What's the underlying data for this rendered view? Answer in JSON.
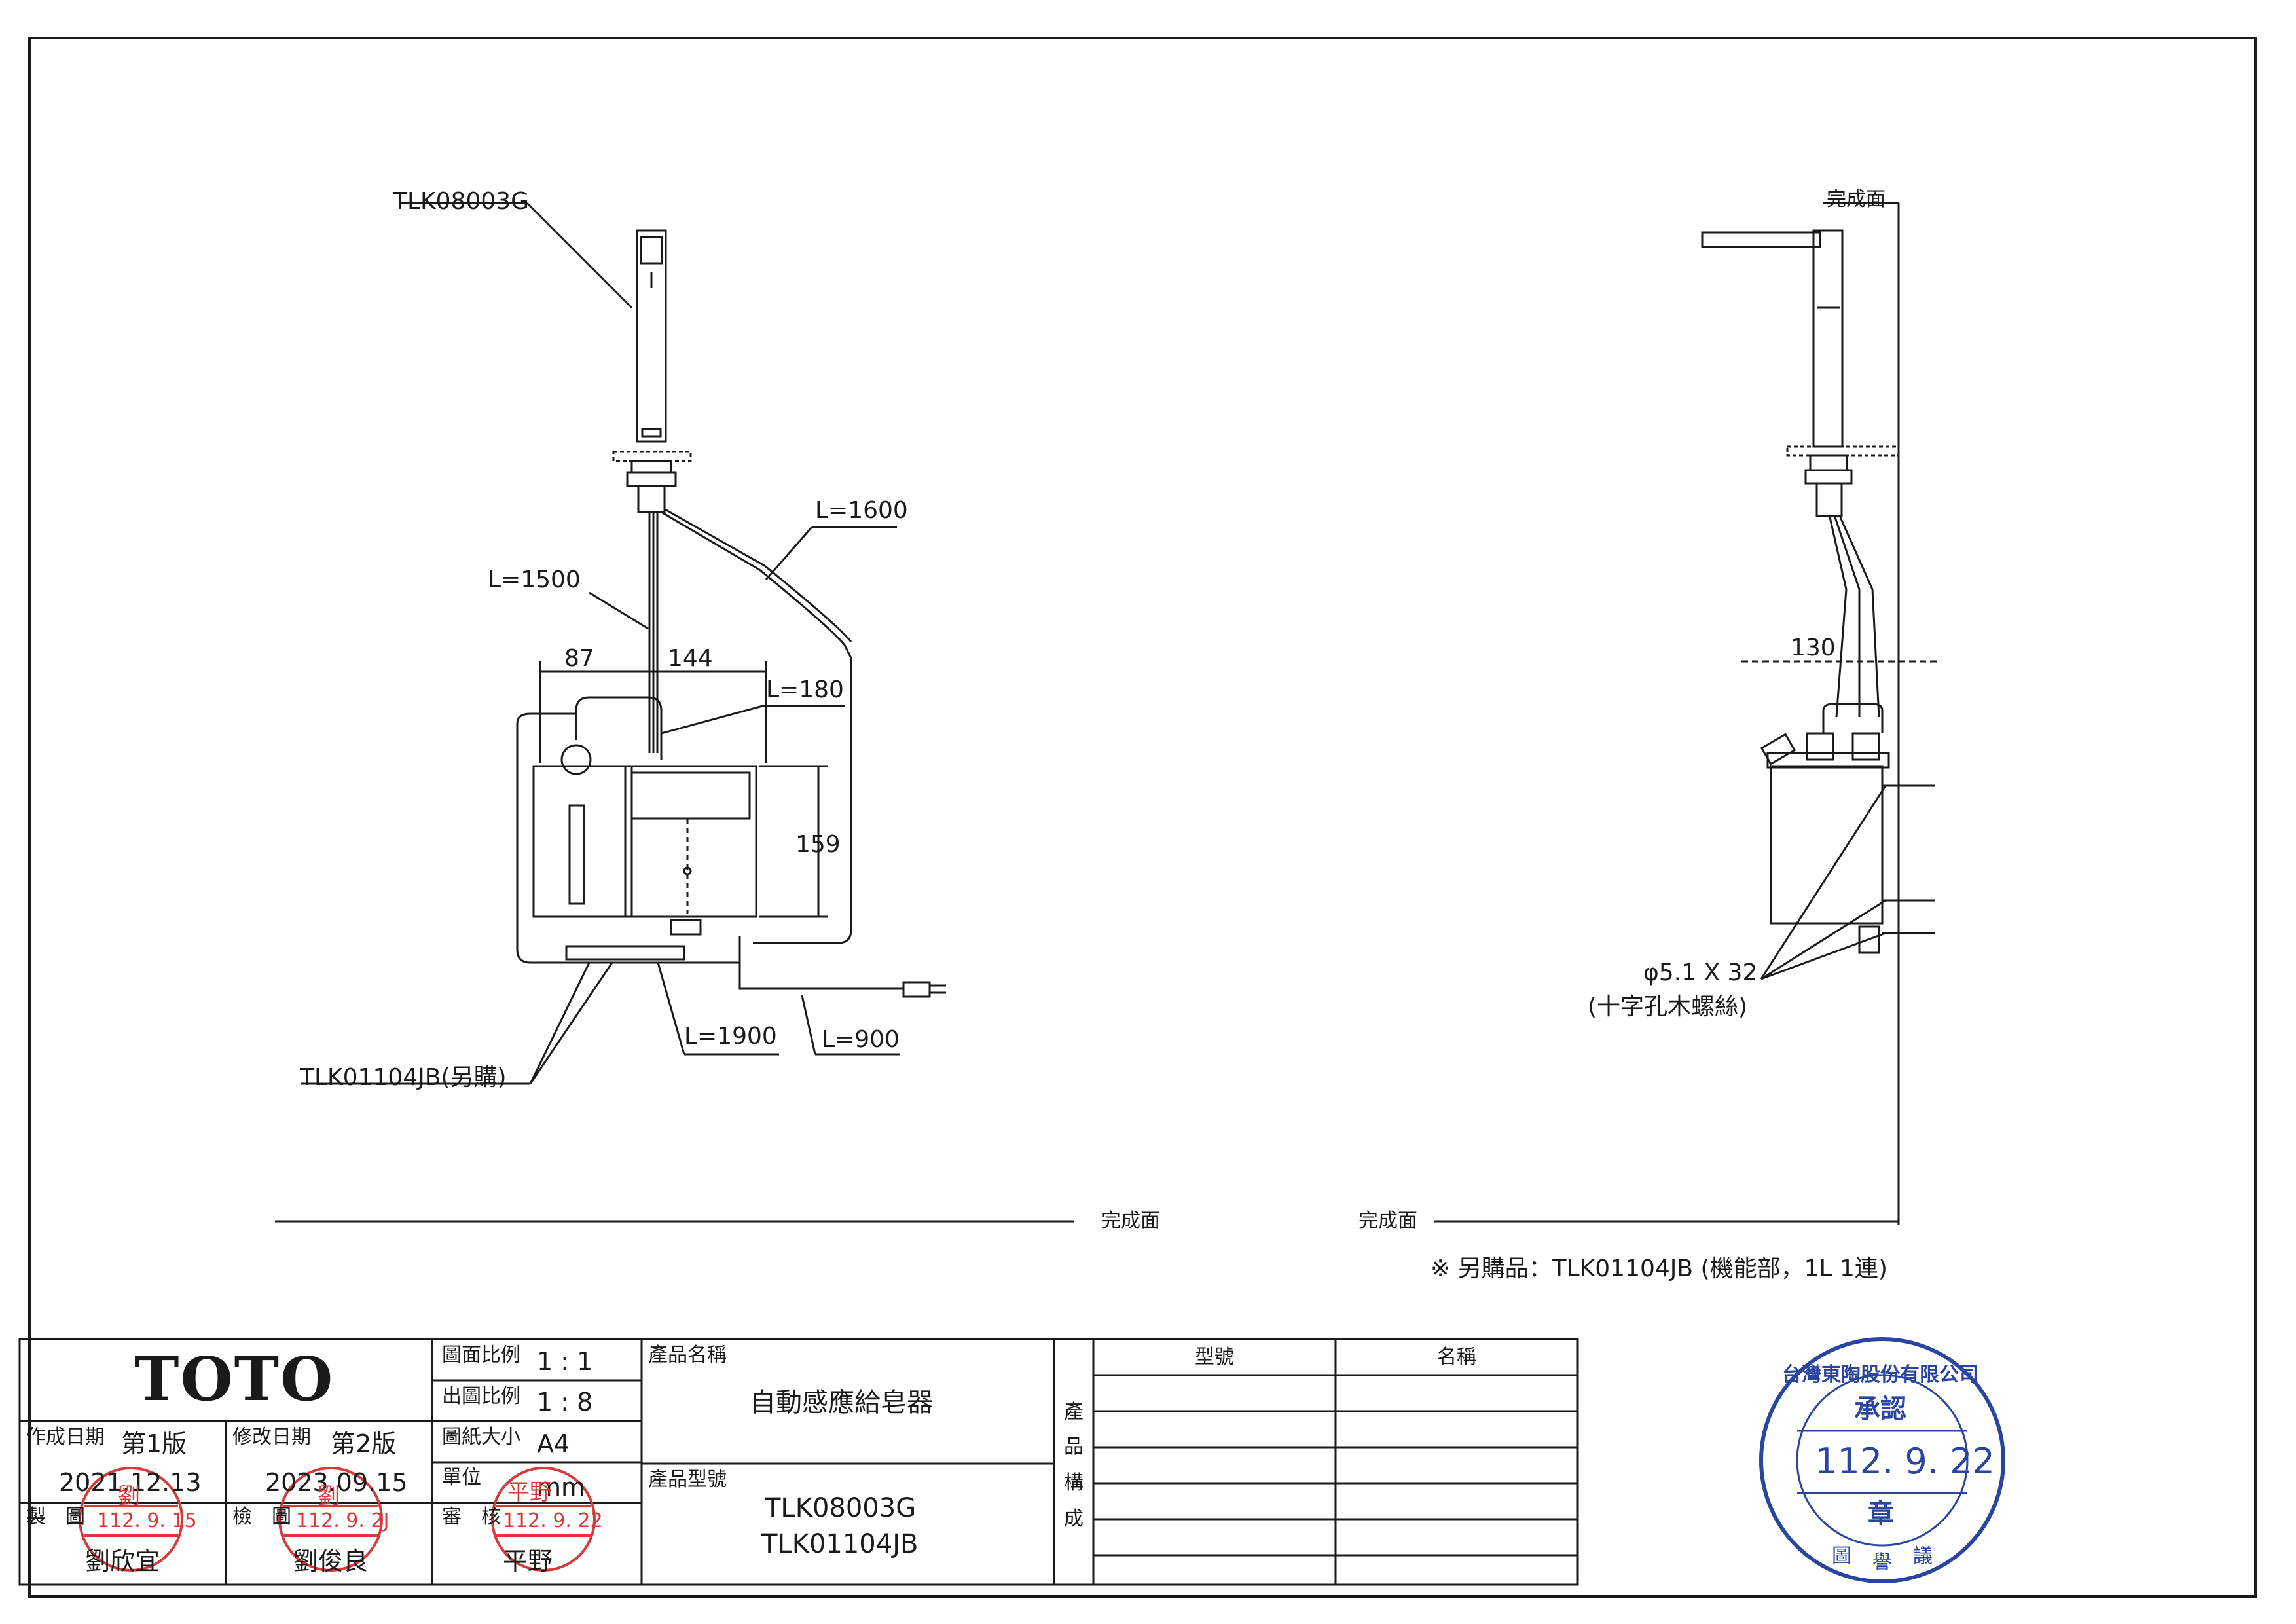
{
  "drawing": {
    "front_view": {
      "faucet_model": "TLK08003G",
      "tube_l1500": "L=1500",
      "tube_l1600": "L=1600",
      "tube_l180": "L=180",
      "dim_87": "87",
      "dim_144": "144",
      "dim_159": "159",
      "cable_l1900": "L=1900",
      "cable_l900": "L=900",
      "tank_model": "TLK01104JB(另購)"
    },
    "side_view": {
      "finish_surface": "完成面",
      "dim_130": "130",
      "screw_spec": "φ5.1 X 32",
      "screw_type": "(十字孔木螺絲)"
    },
    "finish_surface_left": "完成面",
    "finish_surface_right": "完成面",
    "note": "※ 另購品：TLK01104JB (機能部，1L 1連)"
  },
  "title_block": {
    "brand": "TOTO",
    "drawing_scale_label": "圖面比例",
    "drawing_scale": "1 : 1",
    "output_scale_label": "出圖比例",
    "output_scale": "1 : 8",
    "paper_size_label": "圖紙大小",
    "paper_size": "A4",
    "unit_label": "單位",
    "unit": "mm",
    "created_label": "作成日期",
    "edition1": "第1版",
    "created_date": "2021.12.13",
    "revised_label": "修改日期",
    "edition2": "第2版",
    "revised_date": "2023.09.15",
    "drafter_label": "製　圖",
    "drafter_name": "劉欣宜",
    "drafter_stamp_name": "劉",
    "drafter_stamp_date": "112. 9. 15",
    "checker_label": "檢　圖",
    "checker_name": "劉俊良",
    "checker_stamp_name": "劉",
    "checker_stamp_date": "112. 9. 2J",
    "reviewer_label": "審　核",
    "reviewer_name": "平野",
    "reviewer_stamp_name": "平野",
    "reviewer_stamp_date": "112. 9. 22",
    "product_name_label": "產品名稱",
    "product_name": "自動感應給皂器",
    "product_model_label": "產品型號",
    "product_model_1": "TLK08003G",
    "product_model_2": "TLK01104JB",
    "composition_label_1": "產",
    "composition_label_2": "品",
    "composition_label_3": "構",
    "composition_label_4": "成",
    "col_model": "型號",
    "col_name": "名稱"
  },
  "approval_stamp": {
    "company": "台灣東陶股份有限公司",
    "word": "承認",
    "date": "112. 9. 22",
    "seal": "章",
    "bottom_left": "圖",
    "bottom_mid": "譽",
    "bottom_right": "議"
  },
  "colors": {
    "line": "#1a1a1a",
    "red_stamp": "#d63a3a",
    "blue_stamp": "#2a45a0"
  }
}
